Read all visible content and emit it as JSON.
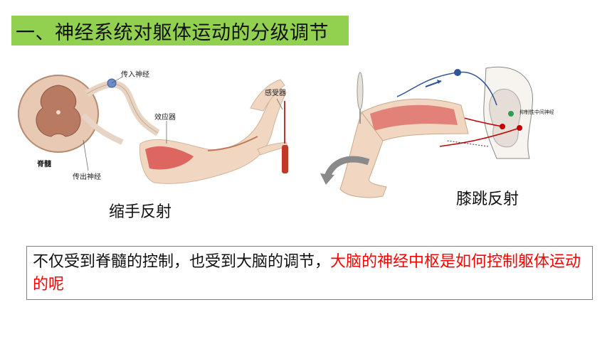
{
  "title": "一、神经系统对躯体运动的分级调节",
  "figure_left": {
    "caption": "缩手反射",
    "labels": {
      "afferent": "传入神经",
      "receptor": "感受器",
      "effector": "效应器",
      "spinal_cord": "脊髓",
      "efferent": "传出神经"
    }
  },
  "figure_right": {
    "caption": "膝跳反射",
    "labels": {
      "interneuron": "抑制性中间神经元"
    }
  },
  "textbox": {
    "normal": "不仅受到脊髓的控制，也受到大脑的调节，",
    "highlight": "大脑的神经中枢是如何控制躯体运动的呢"
  },
  "colors": {
    "title_bg": "#92d050",
    "highlight": "#ff0000"
  }
}
